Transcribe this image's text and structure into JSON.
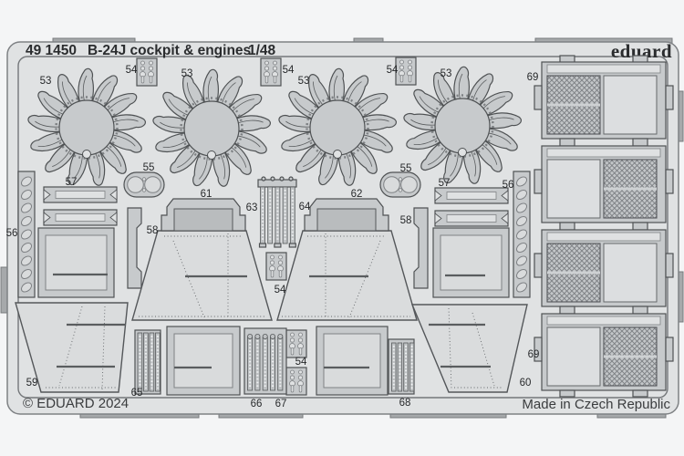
{
  "header": {
    "catalog_number": "49 1450",
    "title": "B-24J  cockpit & engines",
    "scale": "1/48"
  },
  "brand": {
    "logo_text": "eduard"
  },
  "footer": {
    "copyright": "© EDUARD 2024",
    "origin": "Made in Czech Republic"
  },
  "colors": {
    "page": "#f4f5f6",
    "plate": "#e0e2e3",
    "part": "#c7cacc",
    "outline": "#4f5254"
  },
  "part_numbers": {
    "p53": "53",
    "p54": "54",
    "p55": "55",
    "p56": "56",
    "p57": "57",
    "p58": "58",
    "p59": "59",
    "p60": "60",
    "p61": "61",
    "p62": "62",
    "p63": "63",
    "p64": "64",
    "p65": "65",
    "p66": "66",
    "p67": "67",
    "p68": "68",
    "p69": "69"
  }
}
